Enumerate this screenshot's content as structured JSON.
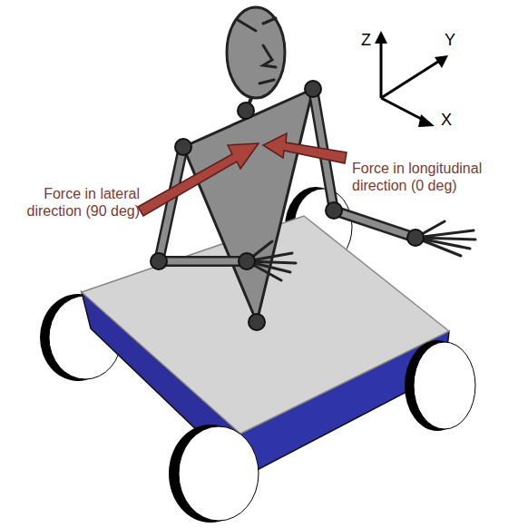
{
  "diagram": {
    "labels": [
      "Z",
      "Y",
      "X",
      "Force in lateral direction (90 deg)",
      "Force in longitudinal direction (0 deg)"
    ]
  }
}
